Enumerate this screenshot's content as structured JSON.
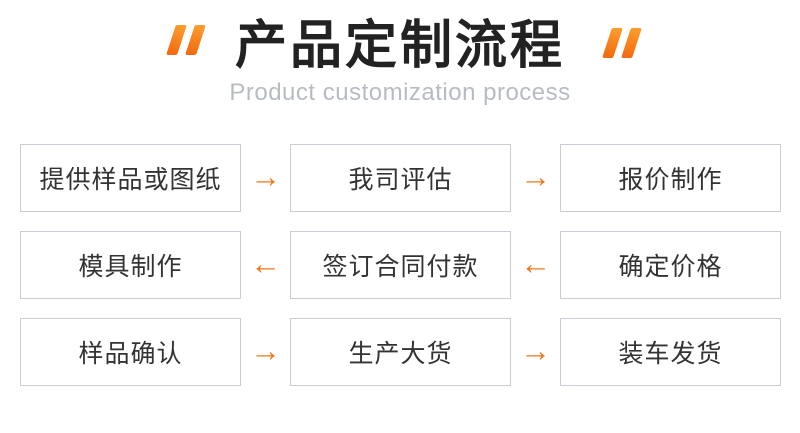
{
  "header": {
    "title": "产品定制流程",
    "subtitle": "Product customization process"
  },
  "icons": {
    "open_quote": "heavy-slanted-double-quote-open",
    "close_quote": "heavy-slanted-double-quote-close",
    "arrow_right": "→",
    "arrow_left": "←"
  },
  "flow": {
    "rows": [
      {
        "direction": "right",
        "arrow": "→",
        "steps": [
          {
            "label": "提供样品或图纸"
          },
          {
            "label": "我司评估"
          },
          {
            "label": "报价制作"
          }
        ]
      },
      {
        "direction": "left",
        "arrow": "←",
        "steps": [
          {
            "label": "模具制作"
          },
          {
            "label": "签订合同付款"
          },
          {
            "label": "确定价格"
          }
        ]
      },
      {
        "direction": "right",
        "arrow": "→",
        "steps": [
          {
            "label": "样品确认"
          },
          {
            "label": "生产大货"
          },
          {
            "label": "装车发货"
          }
        ]
      }
    ]
  },
  "colors": {
    "accent": "#f5761a",
    "border": "#c9ced4",
    "title": "#222222",
    "subtitle": "#b7bcc3",
    "box_text": "#333333"
  }
}
